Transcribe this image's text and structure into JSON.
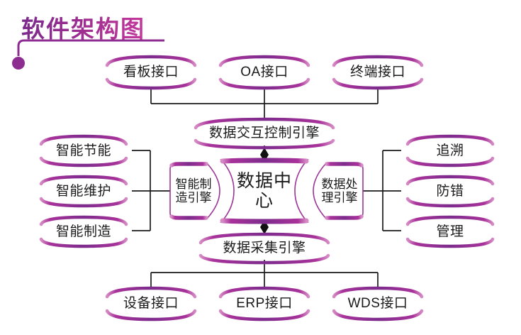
{
  "title": "软件架构图",
  "colors": {
    "stroke_dark": "#7a2b8c",
    "stroke_mid": "#9c2f92",
    "stroke_light": "#c94aa6",
    "accent_pink": "#c3399b",
    "connector": "#1a1a1a",
    "background": "#ffffff",
    "text": "#1a1a1a"
  },
  "nodes": {
    "top_interfaces": [
      {
        "id": "kanban-interface",
        "label": "看板接口"
      },
      {
        "id": "oa-interface",
        "label": "OA接口"
      },
      {
        "id": "terminal-interface",
        "label": "终端接口"
      }
    ],
    "exchange_engine": {
      "id": "data-exchange-control-engine",
      "label": "数据交互控制引擎"
    },
    "collection_engine": {
      "id": "data-collection-engine",
      "label": "数据采集引擎"
    },
    "center": {
      "id": "data-center",
      "label": "数据中心"
    },
    "left_engine": {
      "id": "smart-manufacturing-engine",
      "label": "智能制\n造引擎"
    },
    "right_engine": {
      "id": "data-processing-engine",
      "label": "数据处\n理引擎"
    },
    "left_modules": [
      {
        "id": "smart-energy-saving",
        "label": "智能节能"
      },
      {
        "id": "smart-maintenance",
        "label": "智能维护"
      },
      {
        "id": "smart-manufacturing",
        "label": "智能制造"
      }
    ],
    "right_modules": [
      {
        "id": "traceability",
        "label": "追溯"
      },
      {
        "id": "error-proofing",
        "label": "防错"
      },
      {
        "id": "management",
        "label": "管理"
      }
    ],
    "bottom_interfaces": [
      {
        "id": "equipment-interface",
        "label": "设备接口"
      },
      {
        "id": "erp-interface",
        "label": "ERP接口"
      },
      {
        "id": "wds-interface",
        "label": "WDS接口"
      }
    ]
  }
}
